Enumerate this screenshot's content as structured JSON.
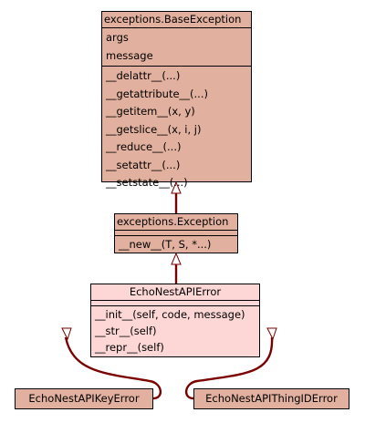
{
  "classes": {
    "base_exception": {
      "name": "exceptions.BaseException",
      "attributes": [
        "args",
        "message"
      ],
      "methods": [
        "__delattr__(...)",
        "__getattribute__(...)",
        "__getitem__(x, y)",
        "__getslice__(x, i, j)",
        "__reduce__(...)",
        "__setattr__(...)",
        "__setstate__(...)"
      ]
    },
    "exception": {
      "name": "exceptions.Exception",
      "methods": [
        "__new__(T, S, *...)"
      ]
    },
    "echonest_api_error": {
      "name": "EchoNestAPIError",
      "methods": [
        "__init__(self, code, message)",
        "__str__(self)",
        "__repr__(self)"
      ]
    },
    "key_error": {
      "name": "EchoNestAPIKeyError"
    },
    "thing_id_error": {
      "name": "EchoNestAPIThingIDError"
    }
  },
  "colors": {
    "base_fill": "#e2b09e",
    "sub_fill": "#fdd6d6",
    "link": "#7a0000"
  }
}
